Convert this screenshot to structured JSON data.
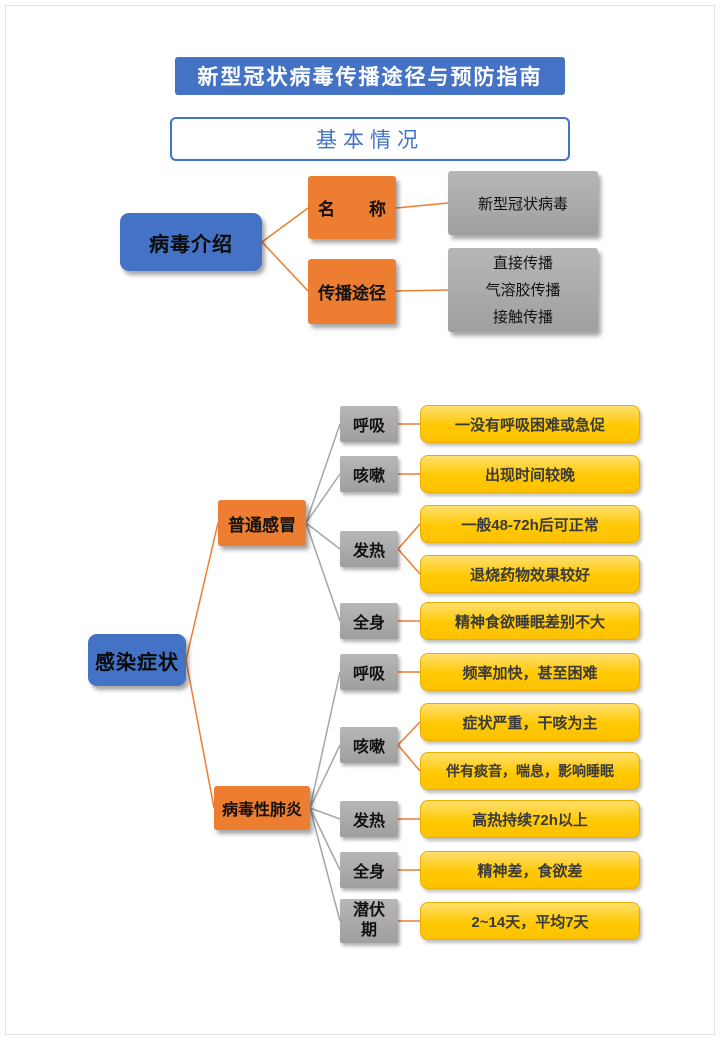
{
  "page": {
    "title": "新型冠状病毒传播途径与预防指南",
    "section_header": "基本情况"
  },
  "colors": {
    "blue": "#4472C4",
    "orange": "#ED7D31",
    "gray": "#A6A6A6",
    "yellow": "#FFC000"
  },
  "intro": {
    "root": "病毒介绍",
    "branches": [
      {
        "label": "名　　称",
        "items": [
          "新型冠状病毒"
        ]
      },
      {
        "label": "传播途径",
        "items": [
          "直接传播",
          "气溶胶传播",
          "接触传播"
        ]
      }
    ]
  },
  "symptoms": {
    "root": "感染症状",
    "groups": [
      {
        "label": "普通感冒",
        "rows": [
          {
            "tag": "呼吸",
            "values": [
              "一没有呼吸困难或急促"
            ]
          },
          {
            "tag": "咳嗽",
            "values": [
              "出现时间较晚"
            ]
          },
          {
            "tag": "发热",
            "values": [
              "一般48-72h后可正常",
              "退烧药物效果较好"
            ]
          },
          {
            "tag": "全身",
            "values": [
              "精神食欲睡眠差别不大"
            ]
          }
        ]
      },
      {
        "label": "病毒性肺炎",
        "rows": [
          {
            "tag": "呼吸",
            "values": [
              "频率加快，甚至困难"
            ]
          },
          {
            "tag": "咳嗽",
            "values": [
              "症状严重，干咳为主",
              "伴有痰音，喘息，影响睡眠"
            ]
          },
          {
            "tag": "发热",
            "values": [
              "高热持续72h以上"
            ]
          },
          {
            "tag": "全身",
            "values": [
              "精神差，食欲差"
            ]
          },
          {
            "tag": "潜伏期",
            "values": [
              "2~14天，平均7天"
            ]
          }
        ]
      }
    ]
  }
}
